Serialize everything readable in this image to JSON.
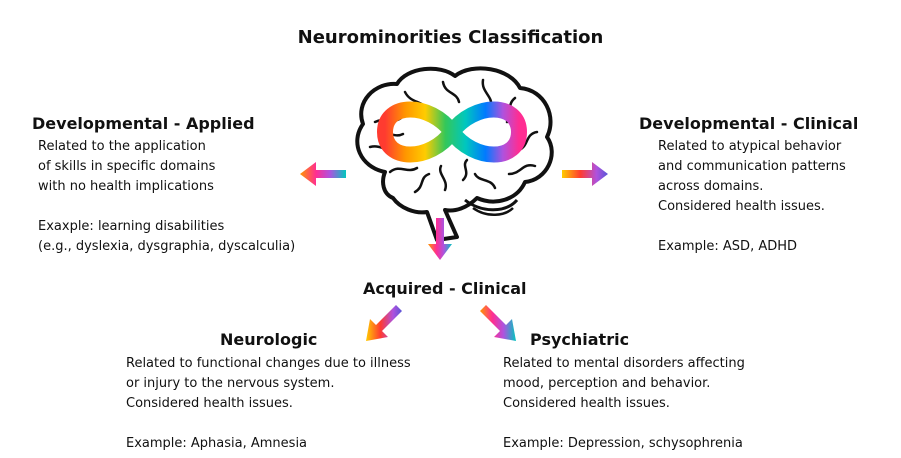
{
  "title": "Neurominorities Classification",
  "colors": {
    "rainbow": [
      "#ff3b30",
      "#ff9500",
      "#ffcc00",
      "#34c759",
      "#00c7be",
      "#007aff",
      "#5856d6",
      "#af52de",
      "#ff2d92"
    ]
  },
  "icons": {
    "center": "brain-with-rainbow-infinity-icon"
  },
  "dev_applied": {
    "heading": "Developmental - Applied",
    "lines": [
      "Related to the application",
      "of skills in specific domains",
      "with no health implications"
    ],
    "example_lines": [
      "Exaxple: learning disabilities",
      "(e.g., dyslexia, dysgraphia, dyscalculia)"
    ]
  },
  "dev_clinical": {
    "heading": "Developmental - Clinical",
    "lines": [
      "Related to atypical behavior",
      "and communication patterns",
      "across domains.",
      "Considered health issues."
    ],
    "example_lines": [
      "Example: ASD, ADHD"
    ]
  },
  "acquired": {
    "heading": "Acquired - Clinical"
  },
  "neurologic": {
    "heading": "Neurologic",
    "lines": [
      "Related to functional changes due to illness",
      "or injury to the nervous system.",
      "Considered health issues."
    ],
    "example_lines": [
      "Example: Aphasia, Amnesia"
    ]
  },
  "psychiatric": {
    "heading": "Psychiatric",
    "lines": [
      "Related to mental disorders affecting",
      "mood, perception and behavior.",
      "Considered health issues."
    ],
    "example_lines": [
      "Example: Depression, schysophrenia"
    ]
  }
}
